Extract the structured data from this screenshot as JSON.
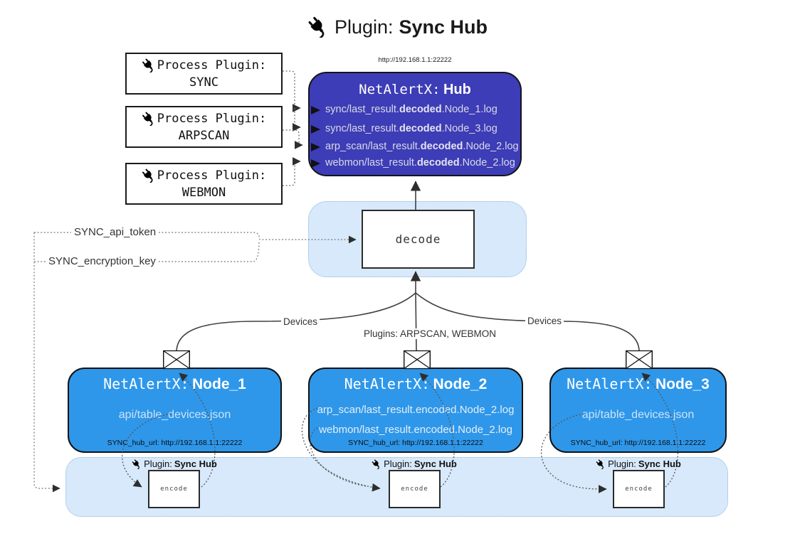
{
  "title": {
    "prefix": "Plugin:",
    "name": "Sync Hub"
  },
  "process_plugins": [
    {
      "label": "Process Plugin:",
      "name": "SYNC"
    },
    {
      "label": "Process Plugin:",
      "name": "ARPSCAN"
    },
    {
      "label": "Process Plugin:",
      "name": "WEBMON"
    }
  ],
  "hub": {
    "url": "http://192.168.1.1:22222",
    "title_prefix": "NetAlertX:",
    "title_name": "Hub",
    "logs": [
      {
        "pre": "sync/last_result.",
        "bold": "decoded",
        "post": ".Node_1.log"
      },
      {
        "pre": "sync/last_result.",
        "bold": "decoded",
        "post": ".Node_3.log"
      },
      {
        "pre": "arp_scan/last_result.",
        "bold": "decoded",
        "post": ".Node_2.log"
      },
      {
        "pre": "webmon/last_result.",
        "bold": "decoded",
        "post": ".Node_2.log"
      }
    ]
  },
  "decode": {
    "label": "decode",
    "api_token_label": "SYNC_api_token",
    "encryption_key_label": "SYNC_encryption_key"
  },
  "edge_labels": {
    "left": "Devices",
    "middle": "Plugins: ARPSCAN, WEBMON",
    "right": "Devices"
  },
  "nodes": [
    {
      "title_prefix": "NetAlertX:",
      "title_name": "Node_1",
      "lines": [
        "api/table_devices.json"
      ],
      "footer": "SYNC_hub_url: http://192.168.1.1:22222"
    },
    {
      "title_prefix": "NetAlertX:",
      "title_name": "Node_2",
      "lines": [
        "arp_scan/last_result.encoded.Node_2.log",
        "webmon/last_result.encoded.Node_2.log"
      ],
      "footer": "SYNC_hub_url: http://192.168.1.1:22222"
    },
    {
      "title_prefix": "NetAlertX:",
      "title_name": "Node_3",
      "lines": [
        "api/table_devices.json"
      ],
      "footer": "SYNC_hub_url: http://192.168.1.1:22222"
    }
  ],
  "encode": {
    "label": "encode",
    "plugin_prefix": "Plugin:",
    "plugin_name": "Sync Hub"
  },
  "colors": {
    "hub_fill": "#3d3db7",
    "node_fill": "#2e97ea",
    "container_fill": "#d7e9fa",
    "container_border": "#8fb6dd",
    "hub_text": "#d9d9e6",
    "node_text": "#e7eef7"
  }
}
